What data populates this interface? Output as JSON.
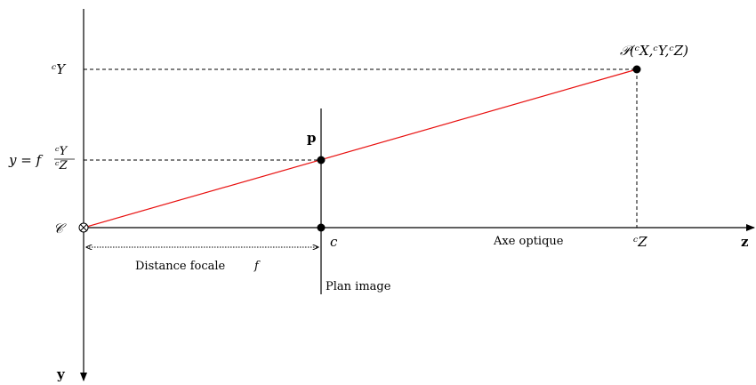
{
  "labels": {
    "cy": "ᶜY",
    "point_P": "𝒫(ᶜX,ᶜY,ᶜZ)",
    "p": "p",
    "y_eq_left": "y = f",
    "frac_num": "ᶜY",
    "frac_den": "ᶜZ",
    "center_C": "𝒞",
    "c": "c",
    "axe_optique": "Axe optique",
    "cz": "ᶜZ",
    "z_axis": "z",
    "distance_focale": "Distance focale",
    "f": "f",
    "plan_image": "Plan image",
    "y_axis": "y"
  },
  "colors": {
    "ray": "#e8100f",
    "ink": "#000000"
  }
}
